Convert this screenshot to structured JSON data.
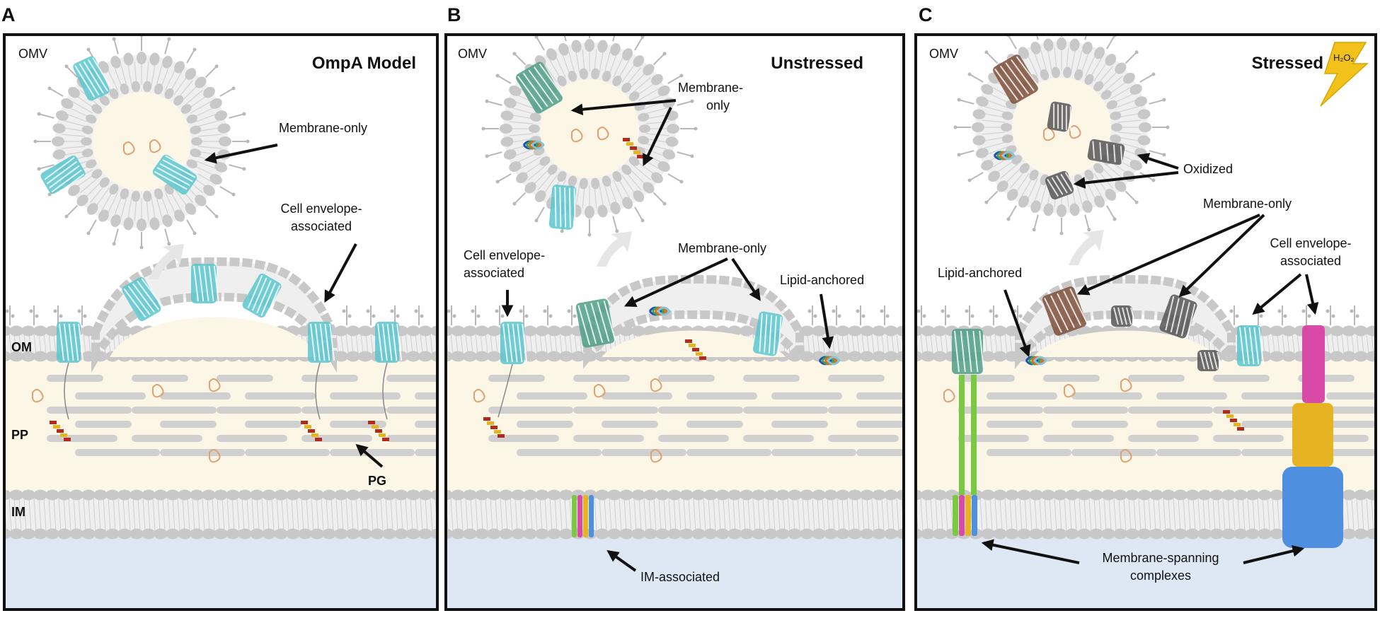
{
  "panels": [
    {
      "letter": "A",
      "title": "OmpA Model",
      "omv_label": "OMV",
      "layers": {
        "om": "OM",
        "pp": "PP",
        "im": "IM"
      },
      "labels": {
        "membrane_only": "Membrane-only",
        "cell_envelope": [
          "Cell envelope-",
          "associated"
        ],
        "pg": "PG"
      }
    },
    {
      "letter": "B",
      "title": "Unstressed",
      "omv_label": "OMV",
      "labels": {
        "membrane_only_top": [
          "Membrane-",
          "only"
        ],
        "cell_envelope": [
          "Cell envelope-",
          "associated"
        ],
        "membrane_only_mid": "Membrane-only",
        "lipid_anchored": "Lipid-anchored",
        "im_associated": "IM-associated"
      }
    },
    {
      "letter": "C",
      "title": "Stressed",
      "omv_label": "OMV",
      "badge": "H₂O₂",
      "labels": {
        "oxidized": "Oxidized",
        "membrane_only": "Membrane-only",
        "cell_envelope": [
          "Cell envelope-",
          "associated"
        ],
        "lipid_anchored": "Lipid-anchored",
        "membrane_spanning": [
          "Membrane-spanning",
          "complexes"
        ]
      }
    }
  ],
  "colors": {
    "periplasm": "#fcf6e6",
    "cytoplasm": "#dde8f4",
    "lipid_head": "#c8c8c8",
    "barrel_cyan": "#5bc6cf",
    "barrel_green": "#4f9f86",
    "barrel_brown": "#7c4f39",
    "barrel_gray": "#555555",
    "helix_red": "#b22a1c",
    "helix_yellow": "#e6b422",
    "complex_green": "#7ac943",
    "complex_pink": "#d94aa6",
    "complex_blue": "#4f8fe0",
    "bolt": "#f2c21b"
  }
}
